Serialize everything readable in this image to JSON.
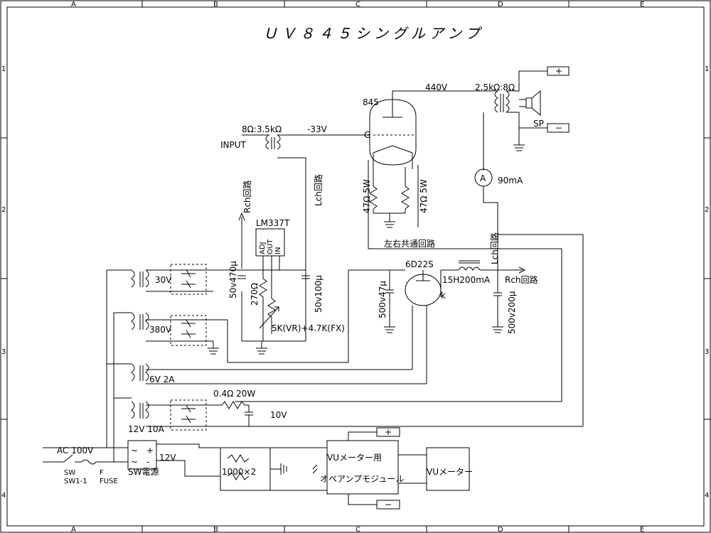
{
  "title": "ＵＶ８４５シングルアンプ",
  "frame": {
    "cols": [
      "A",
      "B",
      "C",
      "D",
      "E"
    ],
    "rows": [
      "1",
      "2",
      "3",
      "4"
    ]
  },
  "labels": {
    "tube_845": "845",
    "plate_v": "440V",
    "out_tr": "2.5kΩ:8Ω",
    "sp": "SP",
    "plus": "+",
    "minus": "−",
    "in_tr": "8Ω:3.5kΩ",
    "grid_v": "-33V",
    "g": "G",
    "input": "INPUT",
    "meter": "A",
    "meter_i": "90mA",
    "fil_r1": "47Ω 5W",
    "fil_r2": "47Ω 5W",
    "rch1": "Rch回路",
    "lch1": "Lch回路",
    "reg": "LM337T",
    "reg_pins": [
      "ADJ",
      "OUT",
      "IN"
    ],
    "common": "左右共通回路",
    "c50_470": "50v470μ",
    "r270": "270Ω",
    "c50_100": "50v100μ",
    "vr": "5K(VR)+4.7K(FX)",
    "v30": "30V",
    "v380": "380V",
    "v6": "6V 2A",
    "v12a": "12V 10A",
    "tube_6d22": "6D22S",
    "k": "k",
    "c500_47": "500v47μ",
    "choke": "15H200mA",
    "rch2": "Rch回路",
    "lch2": "Lch回路",
    "c500_200": "500v200μ",
    "r04": "0.4Ω 20W",
    "v10": "10V",
    "ac": "AC 100V",
    "sw": "SW",
    "sw1": "SW1-1",
    "f": "F",
    "fuse": "FUSE",
    "v12": "12V",
    "swps": "SW電源",
    "r1000": "1000×2",
    "vu_for": "VUメーター用",
    "opamp": "オペアンプモジュール",
    "vu": "VUメーター"
  }
}
